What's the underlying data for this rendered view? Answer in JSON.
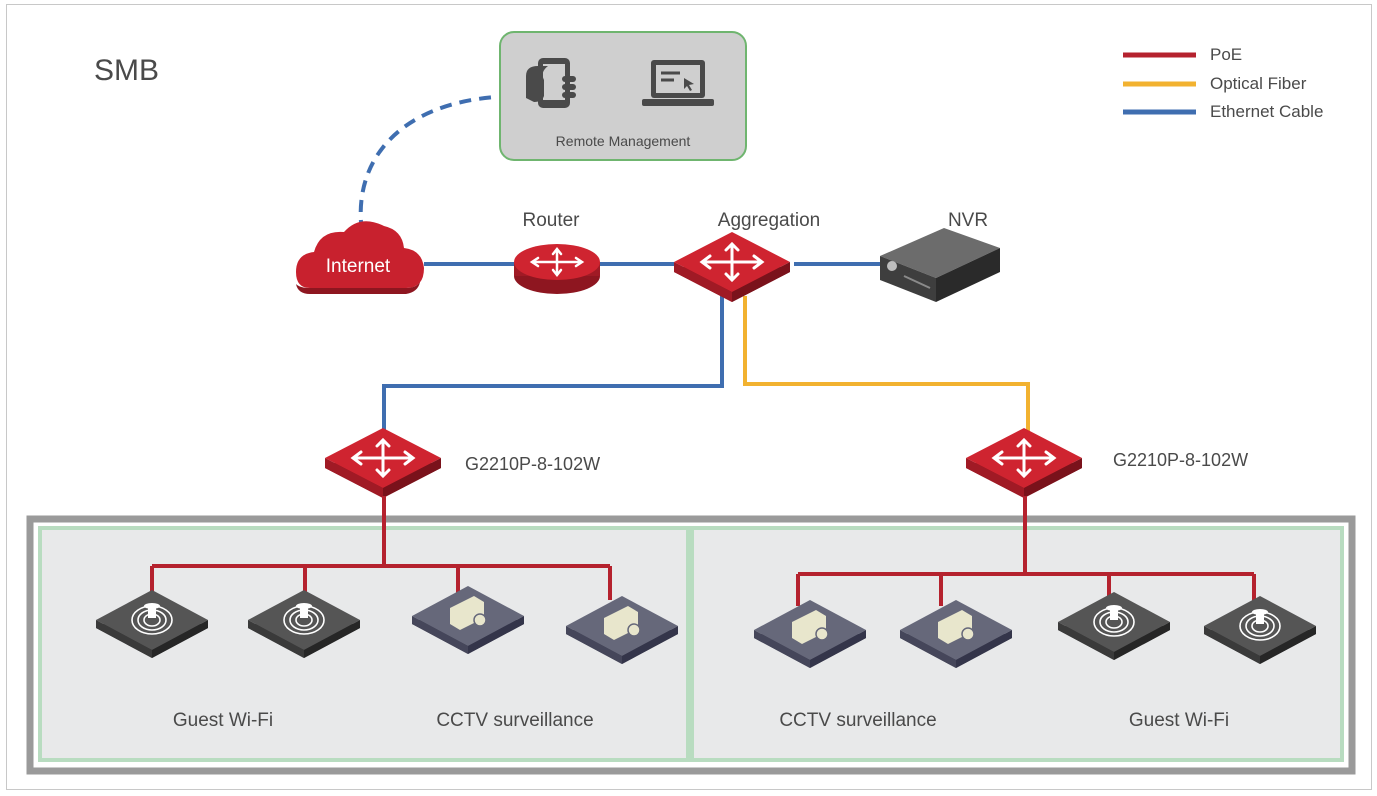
{
  "diagram": {
    "title": "SMB",
    "remote_management": {
      "label": "Remote Management"
    },
    "nodes": {
      "internet": "Internet",
      "router": "Router",
      "aggregation": "Aggregation",
      "nvr": "NVR",
      "switch_left": "G2210P-8-102W",
      "switch_right": "G2210P-8-102W"
    },
    "zones": {
      "left": {
        "label_a": "Guest Wi-Fi",
        "label_b": "CCTV surveillance"
      },
      "right": {
        "label_a": "CCTV surveillance",
        "label_b": "Guest Wi-Fi"
      }
    },
    "legend": [
      {
        "label": "PoE",
        "color": "#b5222e"
      },
      {
        "label": "Optical Fiber",
        "color": "#f2b230"
      },
      {
        "label": "Ethernet Cable",
        "color": "#3f6eb0"
      }
    ],
    "colors": {
      "device_red": "#c8212e",
      "device_red_dark": "#8e1620",
      "ap_dark": "#4a4a4a",
      "camera_slate": "#5a5a6e",
      "zone_fill": "#e8e9ea",
      "zone_border": "#b8dcc0",
      "outer_border": "#9a9a9a",
      "remote_fill": "#cfcfcf",
      "remote_border": "#6fb56f"
    },
    "icons": [
      "cloud-icon",
      "router-icon",
      "switch-icon",
      "nvr-icon",
      "phone-icon",
      "laptop-icon",
      "access-point-icon",
      "camera-icon"
    ]
  }
}
